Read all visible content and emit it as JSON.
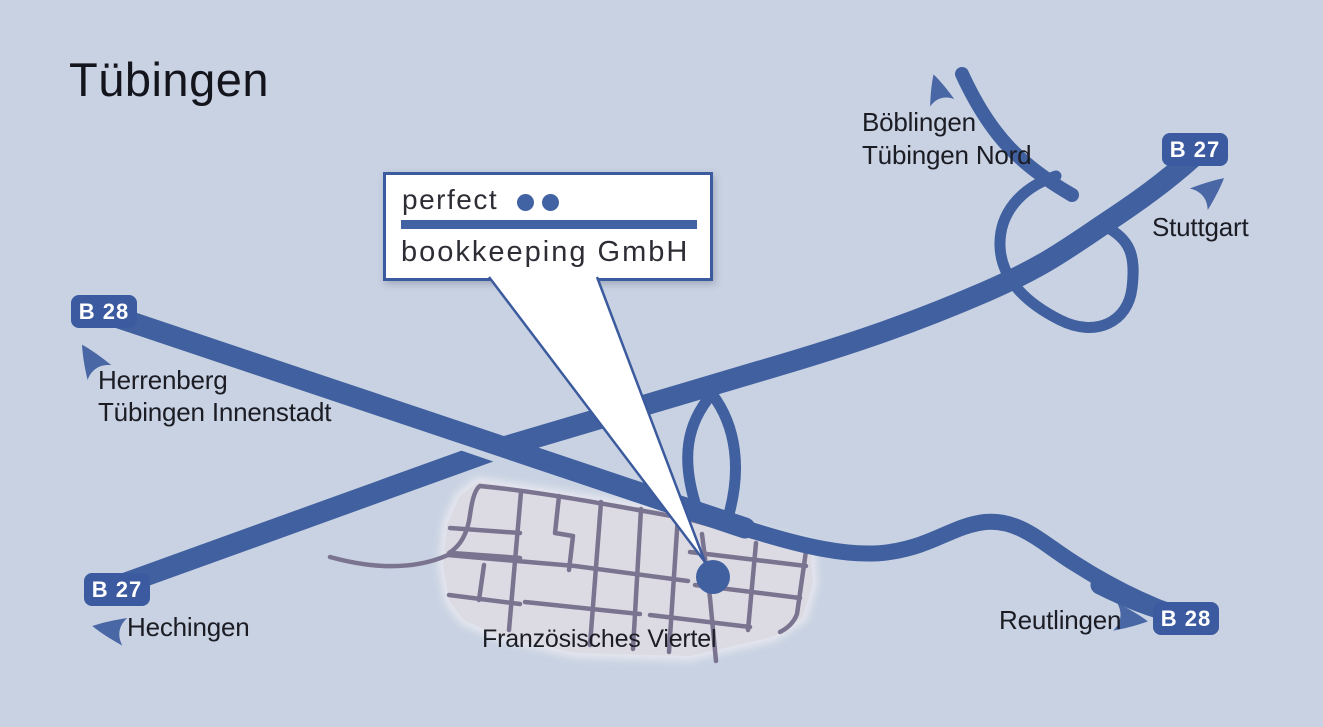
{
  "title": "Tübingen",
  "callout": {
    "line1": "perfect",
    "line2": "bookkeeping GmbH"
  },
  "badges": {
    "nw": "B 28",
    "sw": "B 27",
    "ne": "B 27",
    "se": "B 28"
  },
  "directions": {
    "boeblingen": {
      "line1": "Böblingen",
      "line2": "Tübingen Nord"
    },
    "stuttgart": {
      "label": "Stuttgart"
    },
    "herrenberg": {
      "line1": "Herrenberg",
      "line2": "Tübingen Innenstadt"
    },
    "hechingen": {
      "label": "Hechingen"
    },
    "reutlingen": {
      "label": "Reutlingen"
    }
  },
  "district": {
    "label": "Französisches Viertel"
  },
  "colors": {
    "background": "#c8d2e2",
    "road": "#41609f",
    "badge": "#3c5aa0",
    "district_fill": "#dcdbe3",
    "street": "#7b7490",
    "label_text": "#1b1c24",
    "logo_text": "#2d2d35",
    "logo_accent": "#4163a3",
    "callout_border": "#3c5b9e",
    "marker": "#41609f"
  }
}
